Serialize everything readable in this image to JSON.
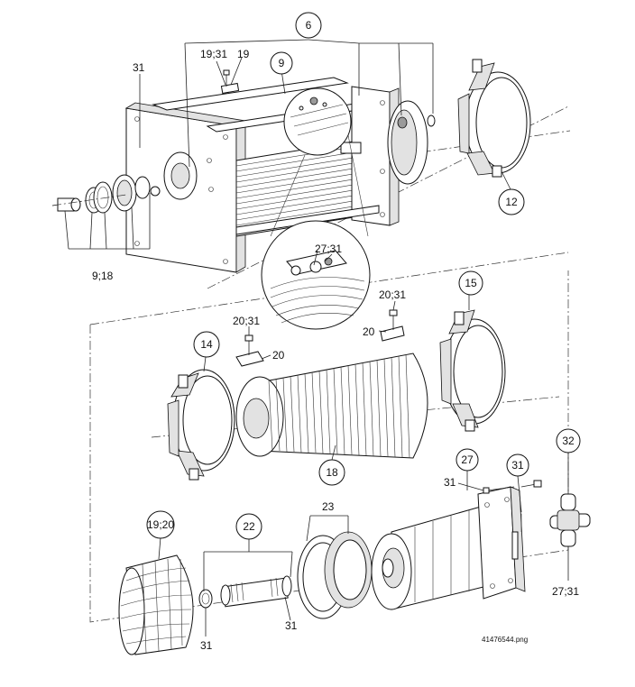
{
  "figure": {
    "file_name": "41476544.png"
  },
  "callouts": {
    "c6": "6",
    "c19_31": "19;31",
    "c19": "19",
    "c9": "9",
    "c31_top": "31",
    "c12": "12",
    "c9_18": "9;18",
    "c27_31_detail": "27;31",
    "c20_31_right": "20;31",
    "c15": "15",
    "c20_right": "20",
    "c20_31_left": "20;31",
    "c20_left": "20",
    "c14": "14",
    "c18": "18",
    "c27": "27",
    "c31_motor_a": "31",
    "c31_motor_b": "31",
    "c32": "32",
    "c23": "23",
    "c19_20": "19;20",
    "c22": "22",
    "c27_31_brake": "27;31",
    "c31_shaft_a": "31",
    "c31_shaft_b": "31"
  }
}
